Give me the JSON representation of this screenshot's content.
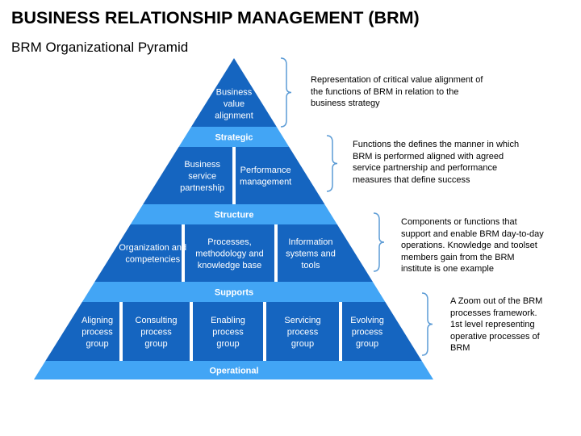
{
  "title": "BUSINESS RELATIONSHIP MANAGEMENT (BRM)",
  "subtitle": "BRM Organizational Pyramid",
  "colors": {
    "blue": "#1565C0",
    "light_blue": "#42A5F5",
    "bracket": "#5B9BD5",
    "text_on_blue": "#ffffff"
  },
  "pyramid": {
    "top": {
      "lines": [
        "Business",
        "value",
        "alignment"
      ]
    },
    "bands": [
      "Strategic",
      "Structure",
      "Supports",
      "Operational"
    ],
    "tier2": [
      {
        "lines": [
          "Business",
          "service",
          "partnership"
        ]
      },
      {
        "lines": [
          "Performance",
          "management"
        ]
      }
    ],
    "tier3": [
      {
        "lines": [
          "Organization and",
          "competencies"
        ]
      },
      {
        "lines": [
          "Processes,",
          "methodology and",
          "knowledge base"
        ]
      },
      {
        "lines": [
          "Information",
          "systems and",
          "tools"
        ]
      }
    ],
    "tier4": [
      {
        "lines": [
          "Aligning",
          "process",
          "group"
        ]
      },
      {
        "lines": [
          "Consulting",
          "process",
          "group"
        ]
      },
      {
        "lines": [
          "Enabling",
          "process",
          "group"
        ]
      },
      {
        "lines": [
          "Servicing",
          "process",
          "group"
        ]
      },
      {
        "lines": [
          "Evolving",
          "process",
          "group"
        ]
      }
    ]
  },
  "descriptions": [
    {
      "lines": [
        "Representation of critical value alignment of",
        "the functions of BRM in relation to the",
        "business strategy"
      ]
    },
    {
      "lines": [
        "Functions the defines the manner in which",
        "BRM is performed aligned with agreed",
        "service partnership and performance",
        "measures that define success"
      ]
    },
    {
      "lines": [
        "Components or functions that",
        "support and enable BRM day-to-day",
        "operations. Knowledge and toolset",
        "members gain from the BRM",
        "institute is one example"
      ]
    },
    {
      "lines": [
        "A Zoom out of the BRM",
        "processes framework.",
        "1st level representing",
        "operative processes of",
        "BRM"
      ]
    }
  ]
}
